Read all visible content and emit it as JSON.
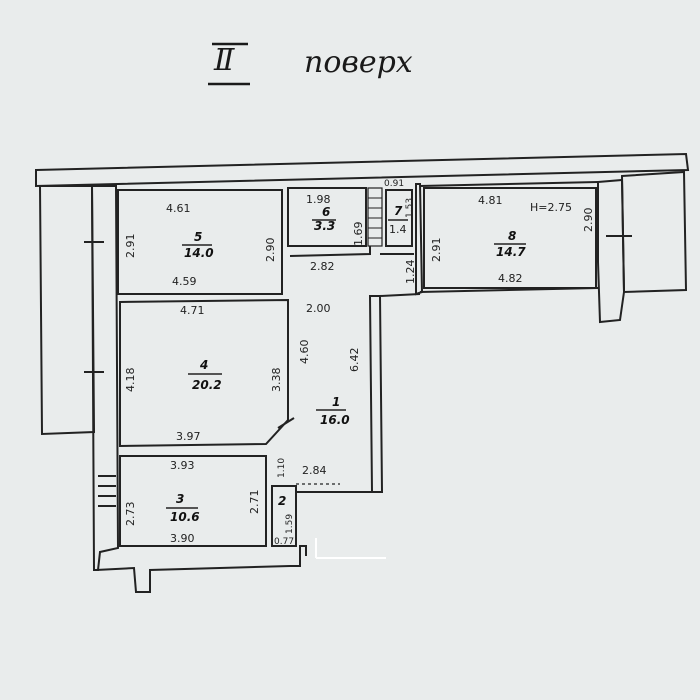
{
  "title": {
    "floor_numeral": "Ⅱ",
    "floor_word": "поверх"
  },
  "rooms": [
    {
      "id": "1",
      "number": "1",
      "area": "16.0"
    },
    {
      "id": "2",
      "number": "2",
      "area": ""
    },
    {
      "id": "3",
      "number": "3",
      "area": "10.6"
    },
    {
      "id": "4",
      "number": "4",
      "area": "20.2"
    },
    {
      "id": "5",
      "number": "5",
      "area": "14.0"
    },
    {
      "id": "6",
      "number": "6",
      "area": "3.3"
    },
    {
      "id": "7",
      "number": "7",
      "area": "1.4"
    },
    {
      "id": "8",
      "number": "8",
      "area": "14.7"
    }
  ],
  "ceiling_height": "H=2.75",
  "dimensions": {
    "r5_top": "4.61",
    "r5_left": "2.91",
    "r5_right": "2.90",
    "r5_bottom": "4.59",
    "r6_top": "1.98",
    "r6_right": "1.69",
    "r6_bottom": "2.82",
    "r7_top": "0.91",
    "r7_side": "1.53",
    "r7_lower": "1.24",
    "r8_top": "4.81",
    "r8_left": "2.91",
    "r8_right": "2.90",
    "r8_bottom": "4.82",
    "r4_top": "4.71",
    "r4_left": "4.18",
    "r4_right": "3.38",
    "r4_bottom": "3.97",
    "hall_top": "2.00",
    "hall_mid": "4.60",
    "hall_right": "6.42",
    "r3_top": "3.93",
    "r3_left": "2.73",
    "r3_right": "2.71",
    "r3_bottom": "3.90",
    "r2_top": "1.10",
    "r2_side": "1.59",
    "r2_bottom": "0.77",
    "corr_bottom": "2.84"
  }
}
